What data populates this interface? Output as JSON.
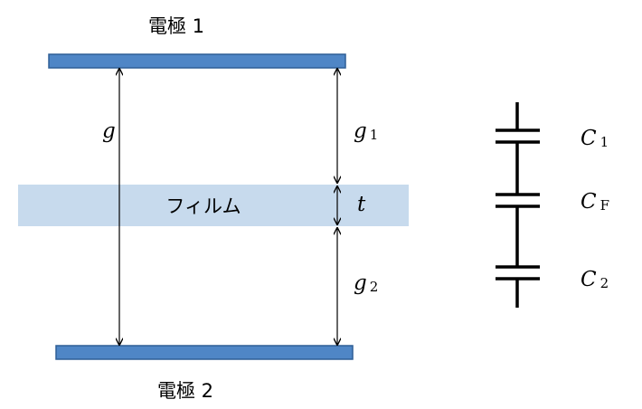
{
  "electrodes": {
    "top_label": "電極 1",
    "bottom_label": "電極 2",
    "fill_color": "#4f86c6",
    "stroke_color": "#2e5f96"
  },
  "film": {
    "label": "フィルム",
    "fill_color": "#c7daed"
  },
  "dimensions": {
    "g": {
      "symbol": "g",
      "subscript": ""
    },
    "g1": {
      "symbol": "g",
      "subscript": "1"
    },
    "t": {
      "symbol": "t",
      "subscript": ""
    },
    "g2": {
      "symbol": "g",
      "subscript": "2"
    }
  },
  "circuit": {
    "capacitors": [
      {
        "symbol": "C",
        "subscript": "1"
      },
      {
        "symbol": "C",
        "subscript": "F"
      },
      {
        "symbol": "C",
        "subscript": "2"
      }
    ]
  }
}
